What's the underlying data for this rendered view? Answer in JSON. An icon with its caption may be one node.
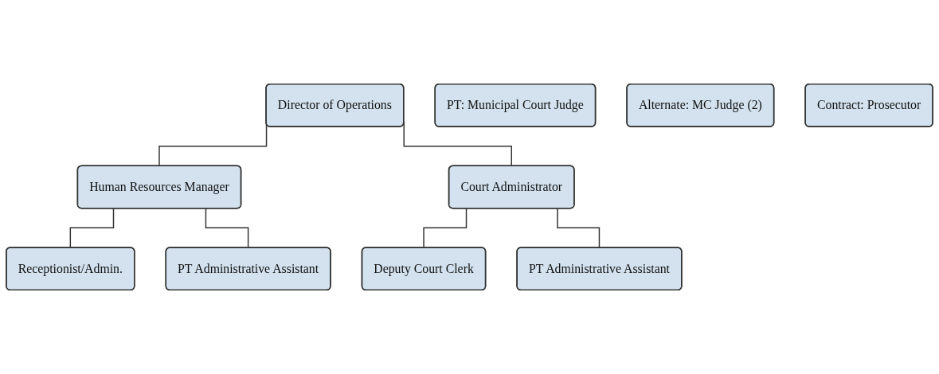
{
  "diagram": {
    "nodes": [
      {
        "text": [
          "Director of Operations"
        ]
      },
      {
        "text": [
          "Human Resources Manager"
        ]
      },
      {
        "text": [
          "Court Administrator"
        ]
      },
      {
        "text": [
          "Receptionist/Admin."
        ]
      },
      {
        "text": [
          "PT Administrative Assistant"
        ]
      },
      {
        "text": [
          "Deputy Court Clerk"
        ]
      },
      {
        "text": [
          "PT Administrative Assistant"
        ]
      },
      {
        "text": [
          "PT: Municipal Court Judge"
        ]
      },
      {
        "text": [
          "Alternate: MC Judge (2)"
        ]
      },
      {
        "text": [
          "Contract: Prosecutor"
        ]
      }
    ],
    "edges": [
      {
        "from": 0,
        "to": 1,
        "arrow": "none"
      },
      {
        "from": 0,
        "to": 2,
        "arrow": "none"
      },
      {
        "from": 1,
        "to": 3,
        "arrow": "none"
      },
      {
        "from": 1,
        "to": 4,
        "arrow": "none"
      },
      {
        "from": 2,
        "to": 5,
        "arrow": "none"
      },
      {
        "from": 2,
        "to": 6,
        "arrow": "none"
      }
    ]
  }
}
